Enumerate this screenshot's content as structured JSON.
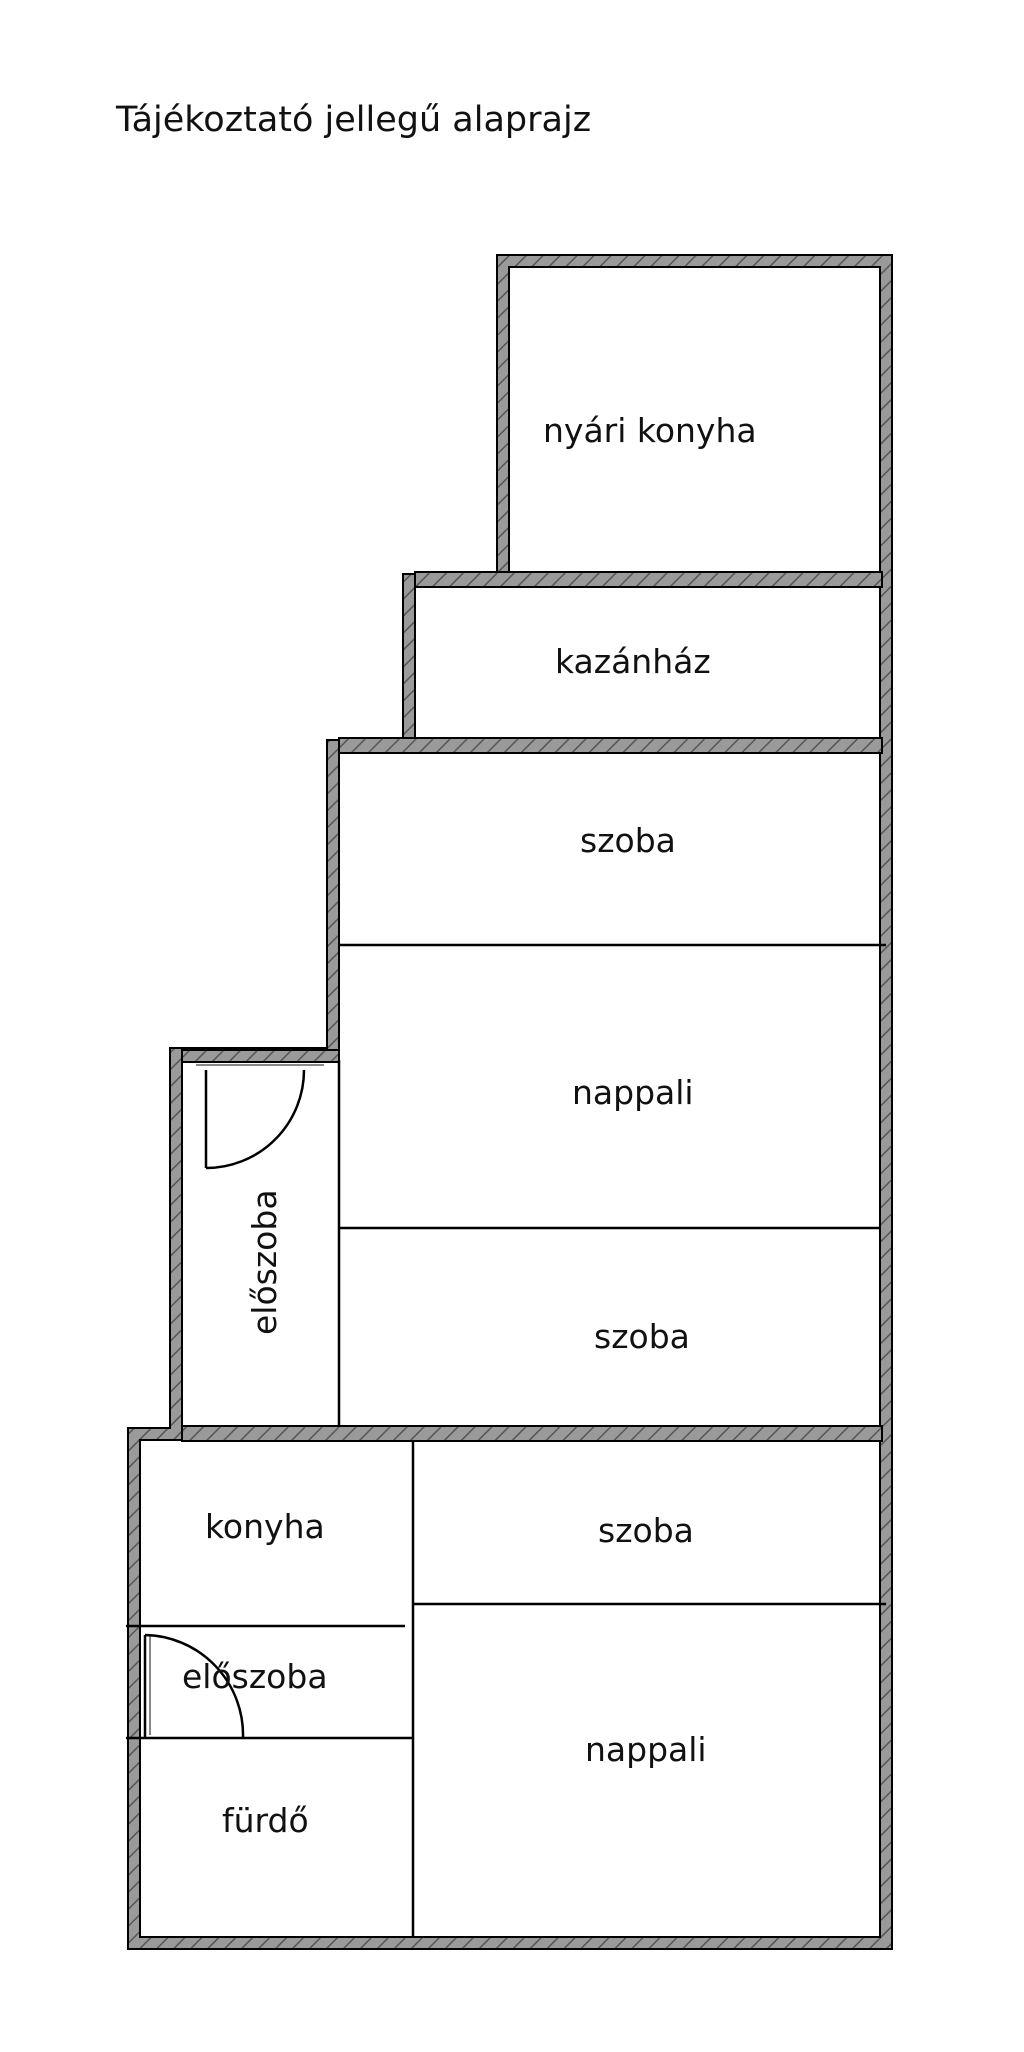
{
  "title": "Tájékoztató jellegű alaprajz",
  "colors": {
    "wall_outer": "#000000",
    "wall_fill": "#9a9a9a",
    "line": "#000000",
    "label": "#111111",
    "background": "#ffffff",
    "door_frame": "#888888"
  },
  "rooms": {
    "nyari_konyha": "nyári konyha",
    "kazanhaz": "kazánház",
    "szoba_1": "szoba",
    "nappali_1": "nappali",
    "szoba_2": "szoba",
    "eloszoba_1": "előszoba",
    "konyha": "konyha",
    "szoba_3": "szoba",
    "eloszoba_2": "előszoba",
    "nappali_2": "nappali",
    "furdo": "fürdő"
  }
}
